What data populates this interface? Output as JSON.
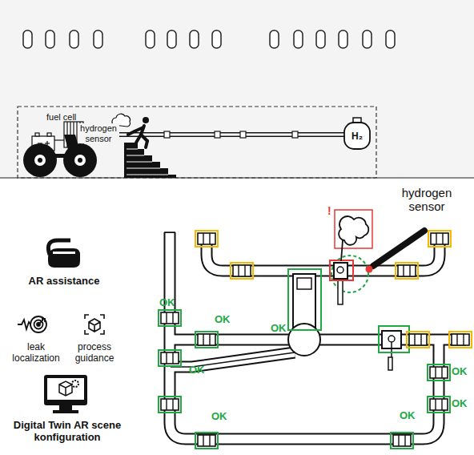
{
  "diagram": {
    "nodes": [
      {
        "text": [
          "H₂"
        ]
      }
    ],
    "labels": [
      "fuel cell",
      "hydrogen sensor",
      "hydrogen sensor",
      "!",
      "OK",
      "OK",
      "OK",
      "OK",
      "OK",
      "OK",
      "OK",
      "OK",
      "AR assistance",
      "leak localization",
      "process guidance",
      "Digital Twin AR scene konfiguration"
    ]
  }
}
